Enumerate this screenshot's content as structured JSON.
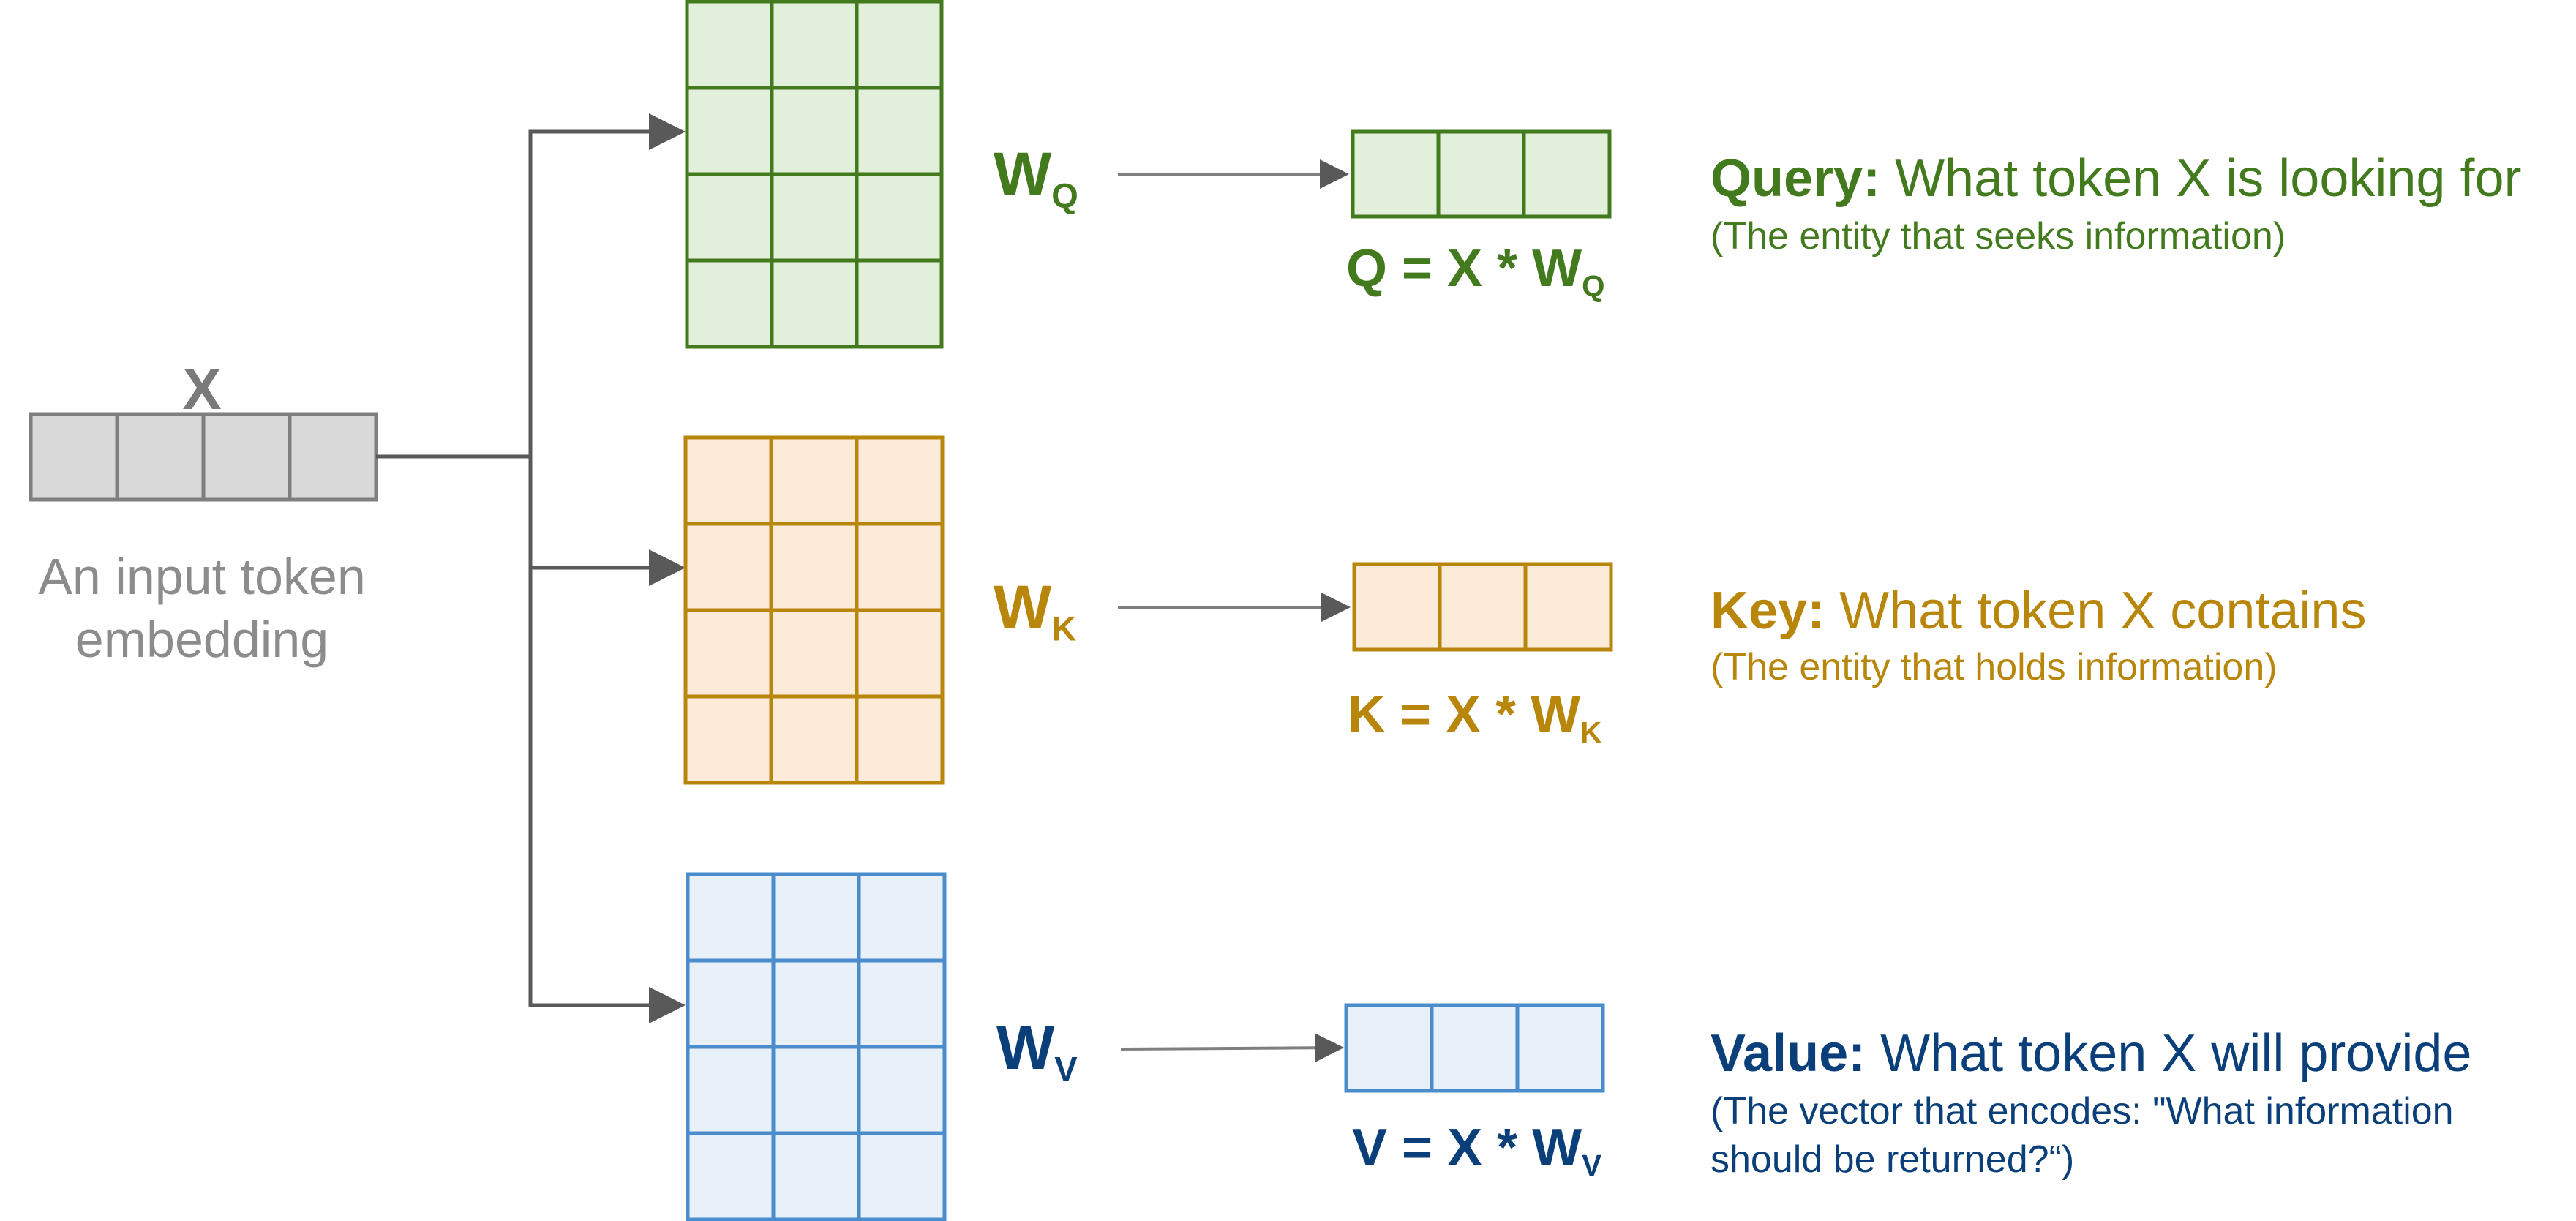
{
  "input": {
    "label": "X",
    "caption": "An input token embedding"
  },
  "colors": {
    "input_fill": "#d9d9d9",
    "input_stroke": "#7f7f7f",
    "arrow": "#595959",
    "query_fill": "#e2efda",
    "query_stroke": "#437a1e",
    "key_fill": "#fdebd9",
    "key_stroke": "#b8860b",
    "value_fill": "#e8f0f9",
    "value_stroke": "#4a8ccc",
    "value_text": "#0b3f7a"
  },
  "branches": [
    {
      "id": "query",
      "weight_label": "W",
      "weight_subscript": "Q",
      "formula": "Q = X * W",
      "formula_subscript": "Q",
      "title": "Query:",
      "title_rest": " What token X is looking for",
      "subtitle": "(The entity that seeks information)"
    },
    {
      "id": "key",
      "weight_label": "W",
      "weight_subscript": "K",
      "formula": "K = X * W",
      "formula_subscript": "K",
      "title": "Key:",
      "title_rest": " What token X contains",
      "subtitle": "(The entity that holds information)"
    },
    {
      "id": "value",
      "weight_label": "W",
      "weight_subscript": "V",
      "formula": "V = X * W",
      "formula_subscript": "V",
      "title": "Value:",
      "title_rest": " What token X will provide",
      "subtitle": "(The vector that encodes: \"What information should be returned?“)"
    }
  ]
}
